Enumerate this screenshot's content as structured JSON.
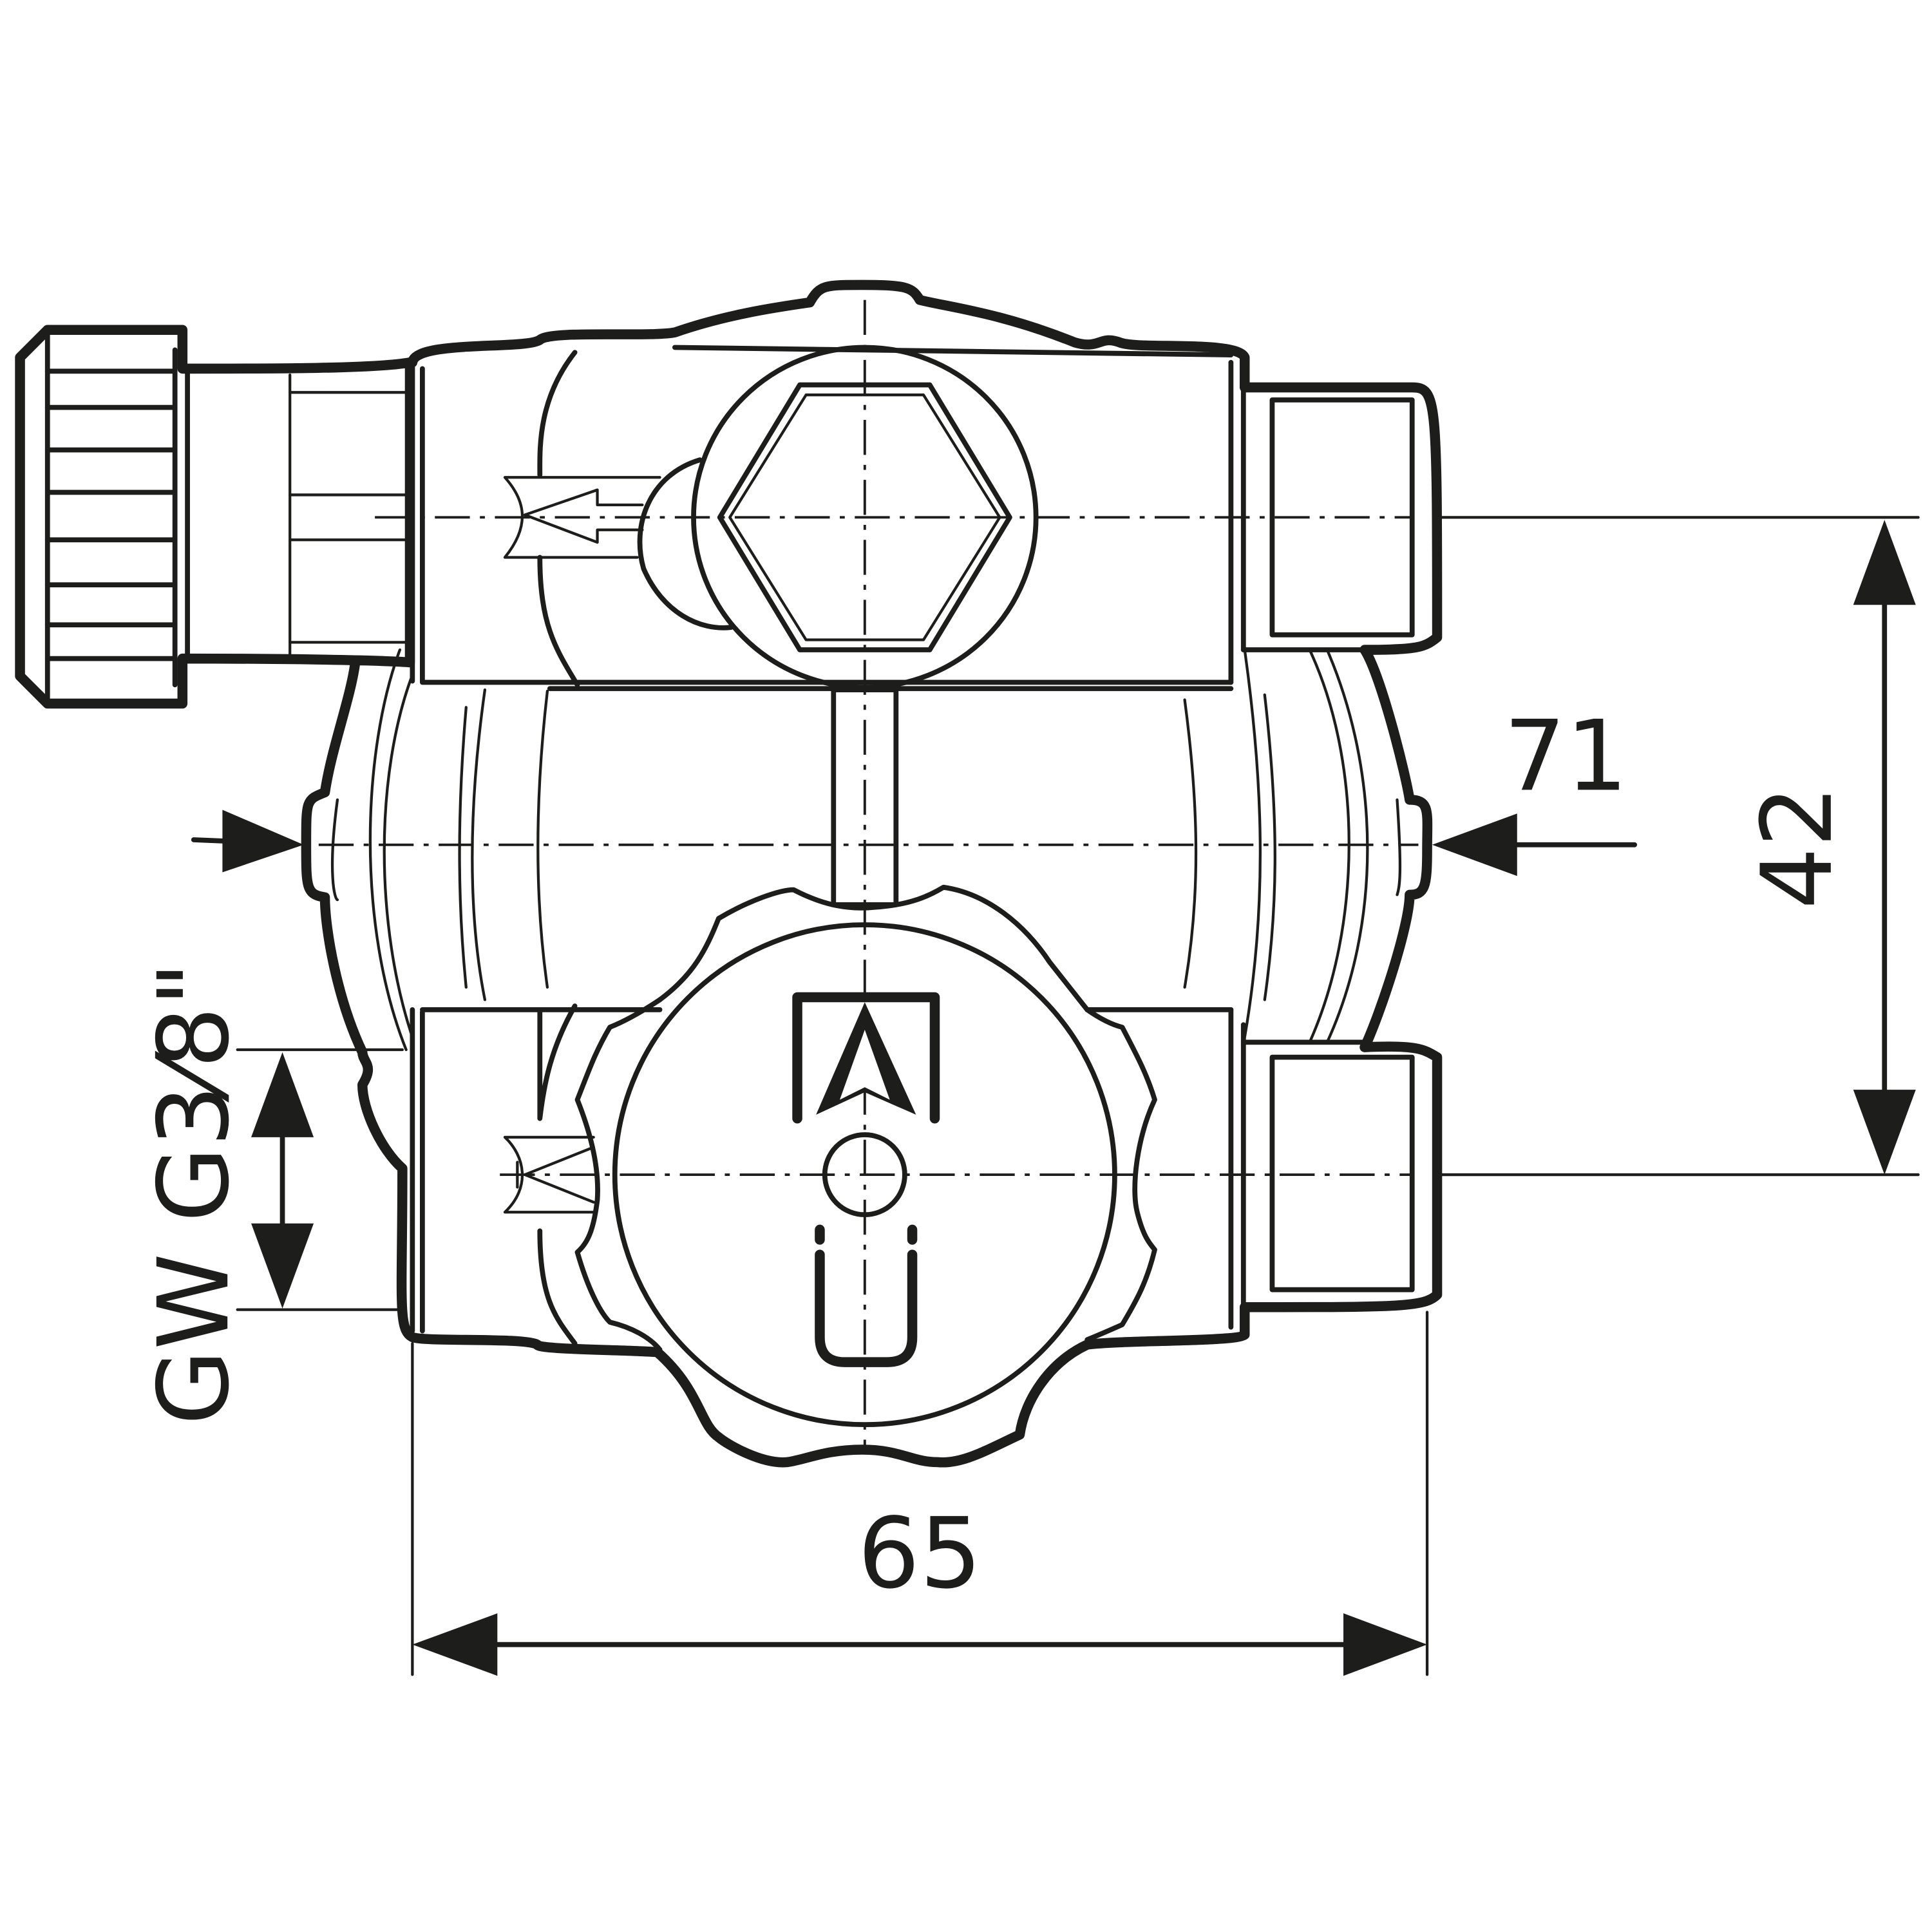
{
  "drawing": {
    "dimensions": {
      "width_label": "65",
      "height_label": "42",
      "offset_label": "71",
      "thread_label": "GW G3⁄8\""
    },
    "colors": {
      "line": "#1d1d1b",
      "background": "#ffffff"
    }
  }
}
